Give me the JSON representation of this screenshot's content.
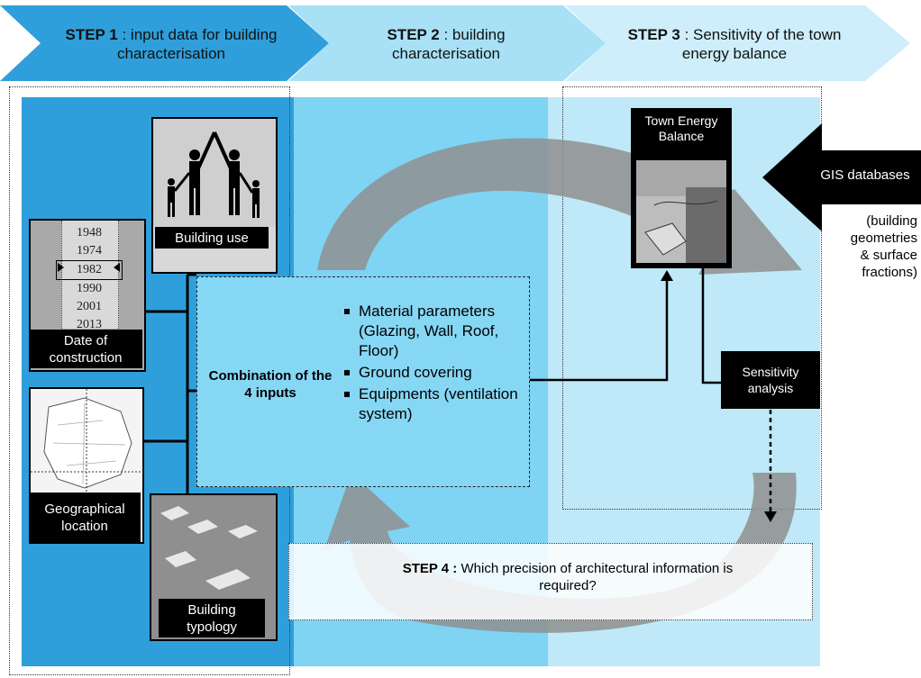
{
  "steps": {
    "step1": {
      "label": "STEP 1",
      "text": " : input data for building characterisation"
    },
    "step2": {
      "label": "STEP 2",
      "text": " : building characterisation"
    },
    "step3": {
      "label": "STEP 3",
      "text": " : Sensitivity of the town energy balance"
    },
    "step4": {
      "label": "STEP 4 :",
      "text": " Which precision of architectural information is required?"
    }
  },
  "inputs": {
    "building_use": "Building use",
    "date_of_construction": "Date of construction",
    "geographical_location": "Geographical location",
    "building_typology": "Building typology",
    "years": [
      "1948",
      "1974",
      "1982",
      "1990",
      "2001",
      "2013"
    ]
  },
  "combination": "Combination of the 4 inputs",
  "parameters": [
    "Material parameters (Glazing, Wall, Roof, Floor)",
    "Ground covering",
    "Equipments (ventilation system)"
  ],
  "town_energy_balance": "Town Energy Balance",
  "gis": {
    "label": "GIS databases",
    "note": "(building geometries & surface fractions)"
  },
  "sensitivity": "Sensitivity analysis",
  "colors": {
    "step1": "#2f9fdb",
    "step2": "#7fd3f3",
    "step3": "#bfe9f8",
    "arrow": "#8a8a8a"
  }
}
